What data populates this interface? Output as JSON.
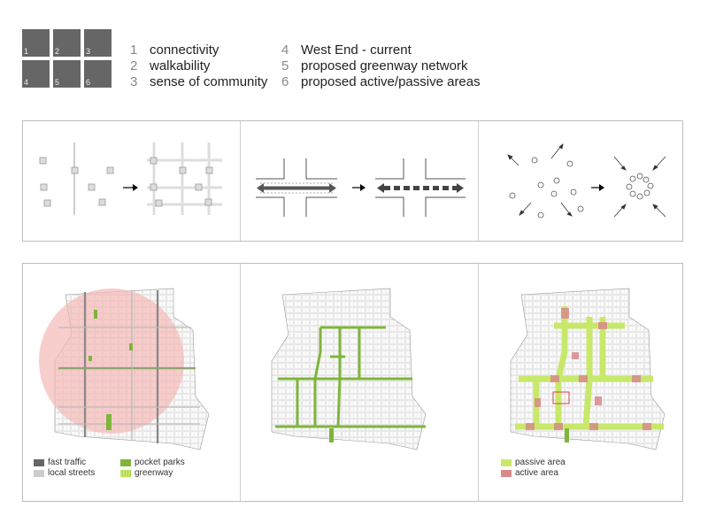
{
  "key_grid": {
    "cells": [
      "1",
      "2",
      "3",
      "4",
      "5",
      "6"
    ],
    "color": "#666666"
  },
  "legend": {
    "col1": [
      {
        "n": "1",
        "label": "connectivity"
      },
      {
        "n": "2",
        "label": "walkability"
      },
      {
        "n": "3",
        "label": "sense of community"
      }
    ],
    "col2": [
      {
        "n": "4",
        "label": "West End - current"
      },
      {
        "n": "5",
        "label": "proposed greenway network"
      },
      {
        "n": "6",
        "label": "proposed active/passive areas"
      }
    ]
  },
  "map_legend_1": {
    "fast_traffic": "fast traffic",
    "local_streets": "local streets",
    "pocket_parks": "pocket parks",
    "greenway": "greenway"
  },
  "map_legend_3": {
    "passive_area": "passive area",
    "active_area": "active area"
  },
  "colors": {
    "green": "#7fb53c",
    "pale_green": "#c8e86a",
    "pink": "#f3b9b6",
    "dark_gray": "#666666",
    "light_gray": "#cccccc",
    "active_red": "#d98a8a"
  }
}
